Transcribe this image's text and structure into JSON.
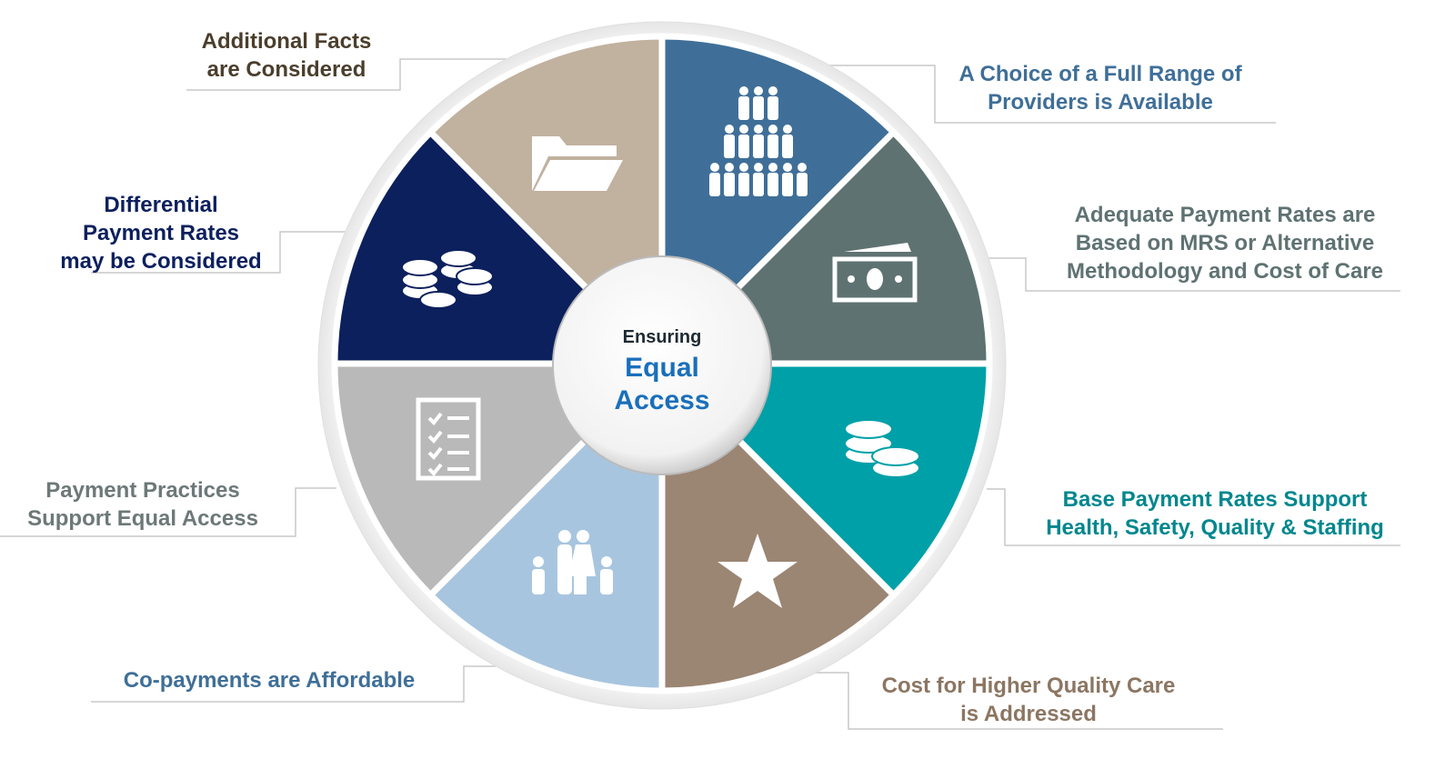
{
  "center": {
    "line1": "Ensuring",
    "line2": "Equal",
    "line3": "Access"
  },
  "segments": [
    {
      "name": "providers",
      "color": "#3f6f98",
      "icon": "people-pyramid-icon"
    },
    {
      "name": "adequate-rates",
      "color": "#5f7272",
      "icon": "money-bill-icon"
    },
    {
      "name": "base-rates",
      "color": "#00a0a8",
      "icon": "coins-icon"
    },
    {
      "name": "higher-quality",
      "color": "#9b8573",
      "icon": "star-icon"
    },
    {
      "name": "co-payments",
      "color": "#a8c5df",
      "icon": "family-icon"
    },
    {
      "name": "payment-practices",
      "color": "#b9b9b9",
      "icon": "checklist-icon"
    },
    {
      "name": "differential",
      "color": "#0c205d",
      "icon": "coins-icon"
    },
    {
      "name": "additional-facts",
      "color": "#c1b19f",
      "icon": "folder-icon"
    }
  ],
  "labels": {
    "additional": {
      "lines": [
        "Additional Facts",
        "are Considered"
      ],
      "color": "#4b3e2c"
    },
    "choice": {
      "lines": [
        "A Choice of a Full Range of",
        "Providers is Available"
      ],
      "color": "#3f6f98"
    },
    "adequate": {
      "lines": [
        "Adequate Payment Rates are",
        "Based on MRS or Alternative",
        "Methodology and Cost of Care"
      ],
      "color": "#5f7272"
    },
    "base": {
      "lines": [
        "Base Payment Rates Support",
        "Health, Safety, Quality & Staffing"
      ],
      "color": "#00878e"
    },
    "cost": {
      "lines": [
        "Cost for Higher Quality Care",
        "is Addressed"
      ],
      "color": "#8c7662"
    },
    "copay": {
      "lines": [
        "Co-payments are Affordable"
      ],
      "color": "#3f6f98"
    },
    "practices": {
      "lines": [
        "Payment Practices",
        "Support Equal Access"
      ],
      "color": "#6d7878"
    },
    "differential": {
      "lines": [
        "Differential",
        "Payment Rates",
        "may be Considered"
      ],
      "color": "#0c205d"
    }
  }
}
